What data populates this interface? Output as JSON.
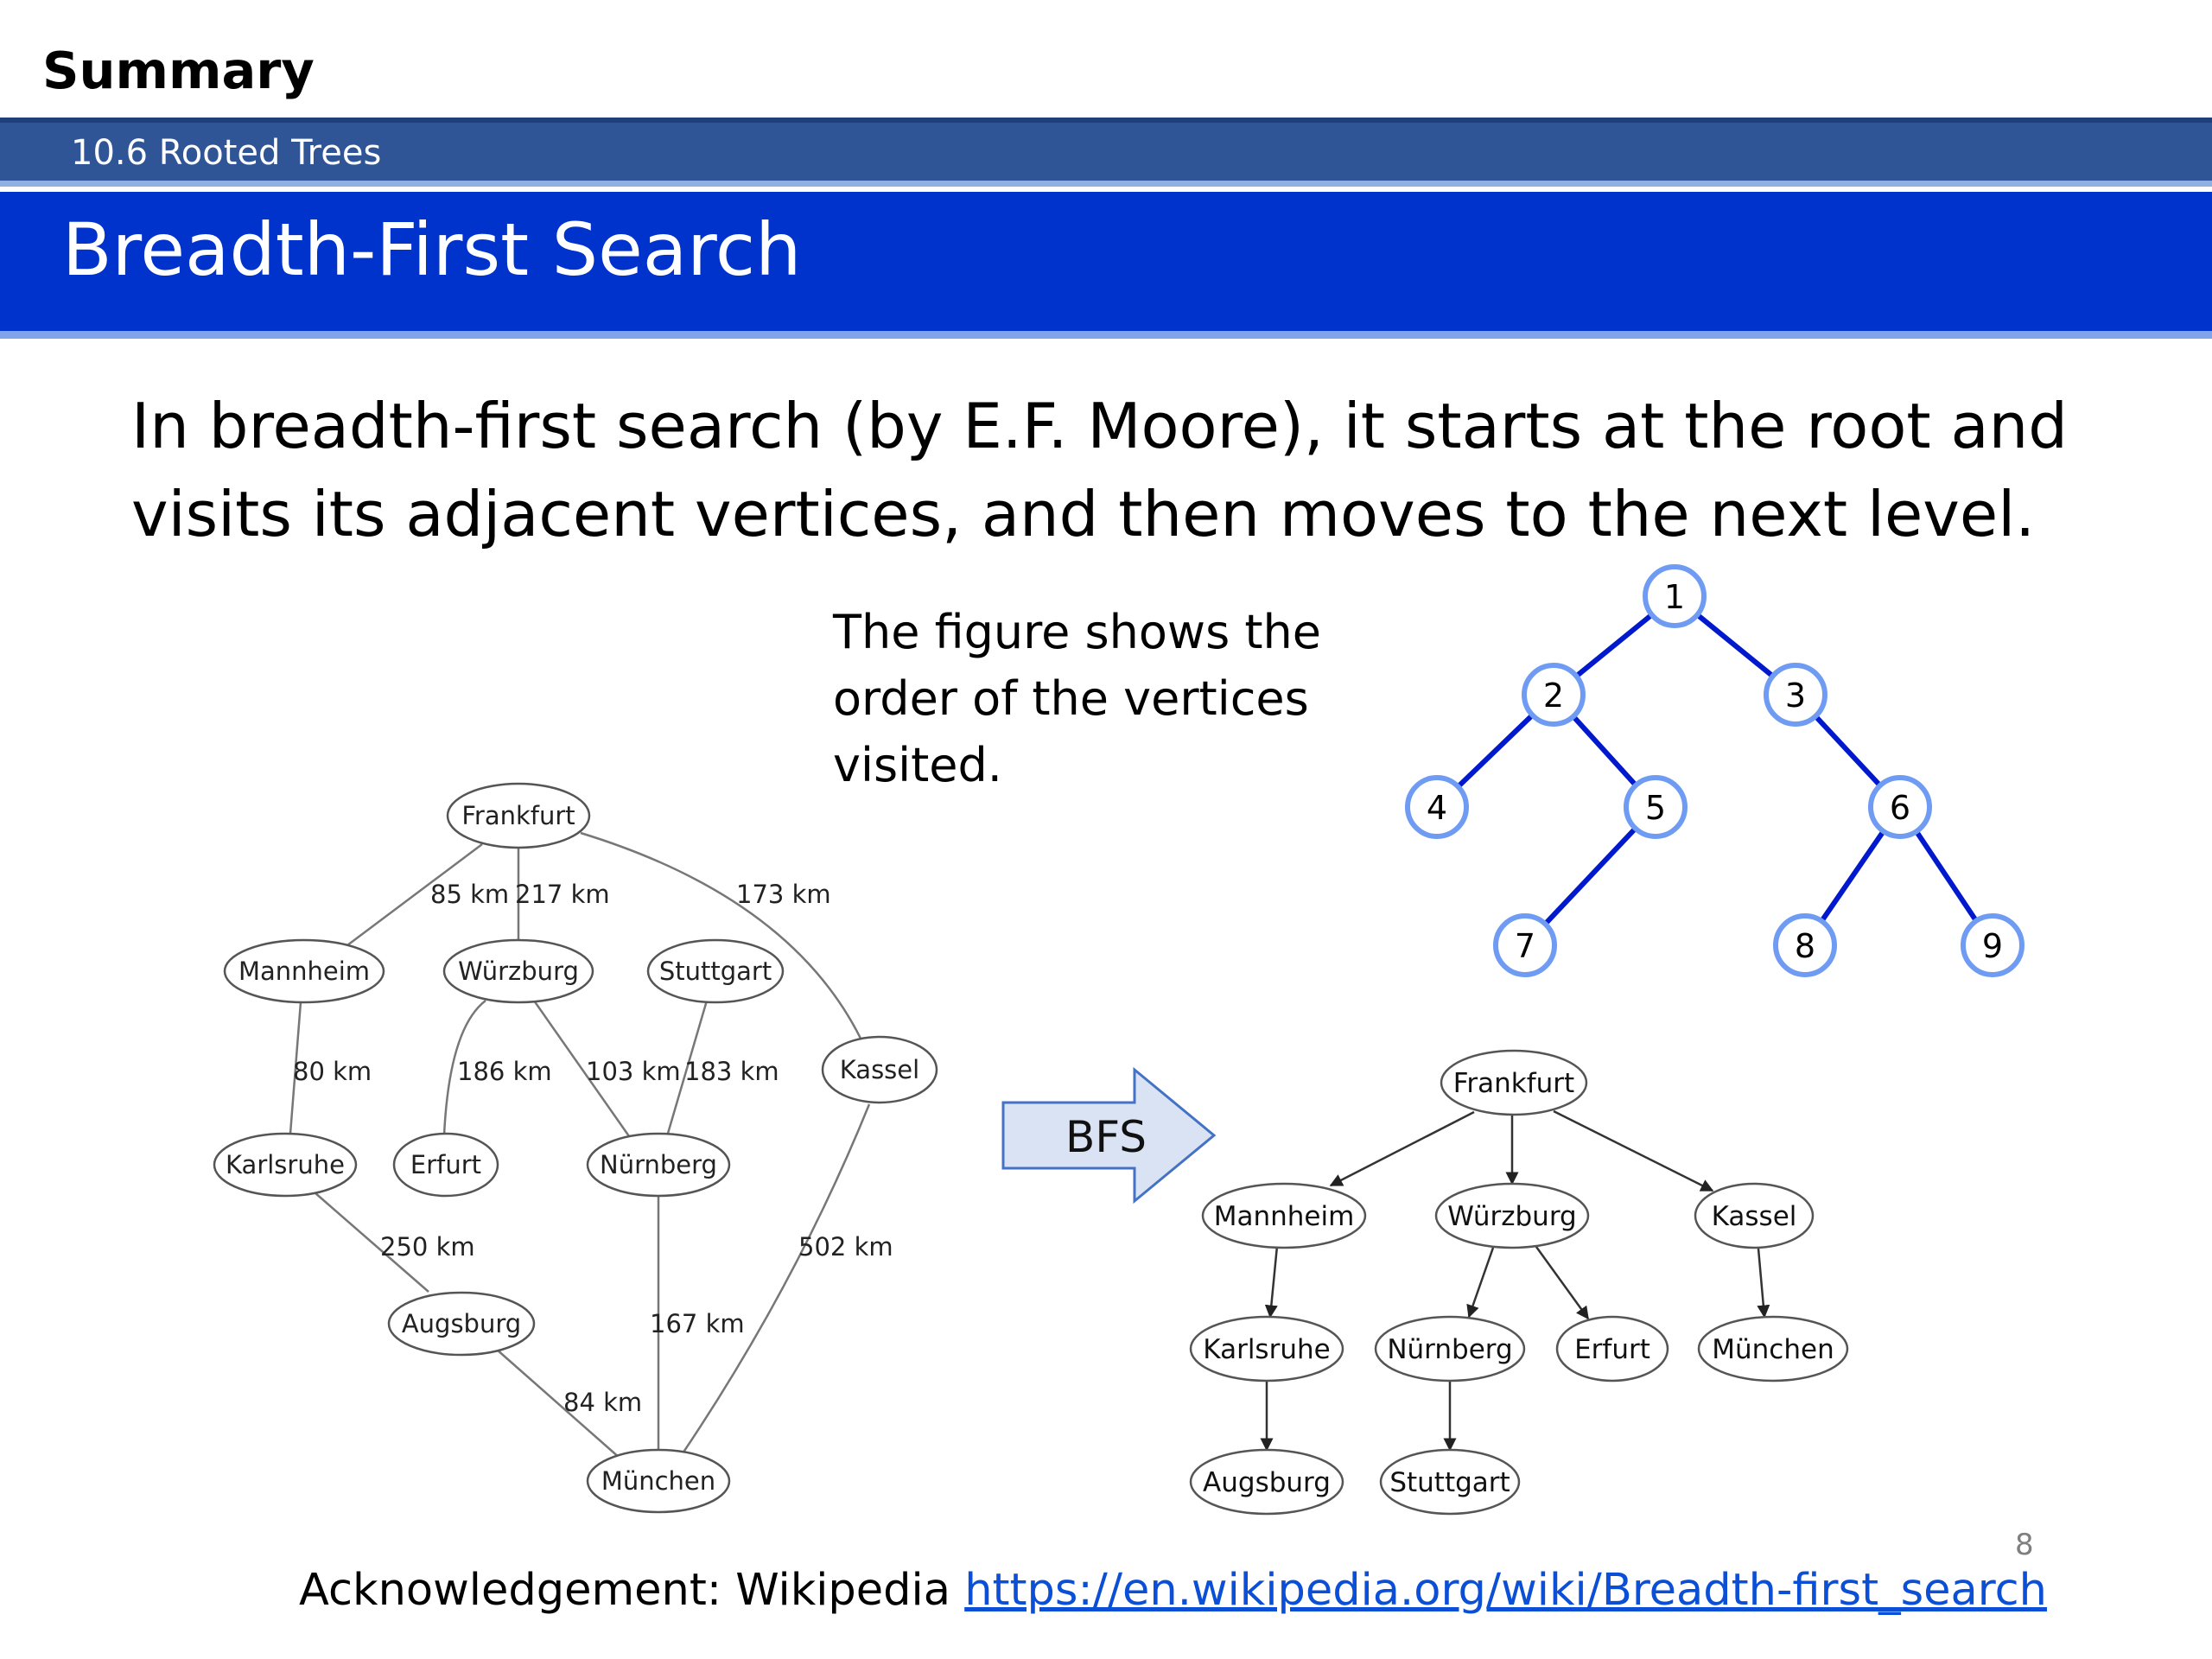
{
  "header": {
    "summary": "Summary",
    "breadcrumb": "10.6 Rooted Trees",
    "title": "Breadth-First Search"
  },
  "body": {
    "intro": "In breadth-first search (by E.F. Moore), it starts at the root and visits its adjacent vertices, and then moves to the next level.",
    "figure_caption": "The figure shows the order of the vertices visited."
  },
  "colors": {
    "band_dark": "#2f5597",
    "band_title": "#0033cc",
    "tree_edge": "#0019cc",
    "tree_node_outline": "#6f9cf2",
    "link": "#0b4fd6"
  },
  "graph": {
    "nodes": [
      {
        "id": "frankfurt",
        "label": "Frankfurt"
      },
      {
        "id": "mannheim",
        "label": "Mannheim"
      },
      {
        "id": "wurzburg",
        "label": "Würzburg"
      },
      {
        "id": "stuttgart",
        "label": "Stuttgart"
      },
      {
        "id": "kassel",
        "label": "Kassel"
      },
      {
        "id": "karlsruhe",
        "label": "Karlsruhe"
      },
      {
        "id": "erfurt",
        "label": "Erfurt"
      },
      {
        "id": "nurnberg",
        "label": "Nürnberg"
      },
      {
        "id": "augsburg",
        "label": "Augsburg"
      },
      {
        "id": "munchen",
        "label": "München"
      }
    ],
    "edges": [
      {
        "from": "frankfurt",
        "to": "mannheim",
        "label": "85 km"
      },
      {
        "from": "frankfurt",
        "to": "wurzburg",
        "label": "217 km"
      },
      {
        "from": "frankfurt",
        "to": "kassel",
        "label": "173 km"
      },
      {
        "from": "mannheim",
        "to": "karlsruhe",
        "label": "80 km"
      },
      {
        "from": "wurzburg",
        "to": "erfurt",
        "label": "186 km"
      },
      {
        "from": "wurzburg",
        "to": "nurnberg",
        "label": "103 km"
      },
      {
        "from": "stuttgart",
        "to": "nurnberg",
        "label": "183 km"
      },
      {
        "from": "karlsruhe",
        "to": "augsburg",
        "label": "250 km"
      },
      {
        "from": "kassel",
        "to": "munchen",
        "label": "502 km"
      },
      {
        "from": "nurnberg",
        "to": "munchen",
        "label": "167 km"
      },
      {
        "from": "augsburg",
        "to": "munchen",
        "label": "84 km"
      }
    ]
  },
  "arrow_label": "BFS",
  "bfs_tree": {
    "nodes": [
      {
        "id": "frankfurt",
        "label": "Frankfurt"
      },
      {
        "id": "mannheim",
        "label": "Mannheim"
      },
      {
        "id": "wurzburg",
        "label": "Würzburg"
      },
      {
        "id": "kassel",
        "label": "Kassel"
      },
      {
        "id": "karlsruhe",
        "label": "Karlsruhe"
      },
      {
        "id": "nurnberg",
        "label": "Nürnberg"
      },
      {
        "id": "erfurt",
        "label": "Erfurt"
      },
      {
        "id": "munchen",
        "label": "München"
      },
      {
        "id": "augsburg",
        "label": "Augsburg"
      },
      {
        "id": "stuttgart",
        "label": "Stuttgart"
      }
    ],
    "edges": [
      {
        "from": "frankfurt",
        "to": "mannheim"
      },
      {
        "from": "frankfurt",
        "to": "wurzburg"
      },
      {
        "from": "frankfurt",
        "to": "kassel"
      },
      {
        "from": "mannheim",
        "to": "karlsruhe"
      },
      {
        "from": "wurzburg",
        "to": "nurnberg"
      },
      {
        "from": "wurzburg",
        "to": "erfurt"
      },
      {
        "from": "kassel",
        "to": "munchen"
      },
      {
        "from": "karlsruhe",
        "to": "augsburg"
      },
      {
        "from": "nurnberg",
        "to": "stuttgart"
      }
    ]
  },
  "order_tree": {
    "nodes": [
      "1",
      "2",
      "3",
      "4",
      "5",
      "6",
      "7",
      "8",
      "9"
    ],
    "edges": [
      [
        "1",
        "2"
      ],
      [
        "1",
        "3"
      ],
      [
        "2",
        "4"
      ],
      [
        "2",
        "5"
      ],
      [
        "3",
        "6"
      ],
      [
        "5",
        "7"
      ],
      [
        "6",
        "8"
      ],
      [
        "6",
        "9"
      ]
    ]
  },
  "footer": {
    "ack_prefix": "Acknowledgement: Wikipedia ",
    "ack_link": "https://en.wikipedia.org/wiki/Breadth-first_search",
    "page_number": "8"
  }
}
